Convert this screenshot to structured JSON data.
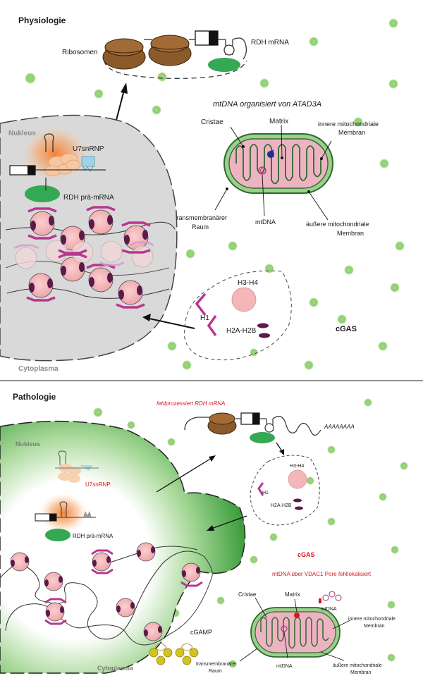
{
  "physiology": {
    "title": "Physiologie",
    "ribosomes": "Ribosomen",
    "rdh_mrna": "RDH mRNA",
    "mito_title": "mtDNA organisiert von ATAD3A",
    "cristae": "Cristae",
    "matrix": "Matrix",
    "inner_membrane_1": "innere mitochondriale",
    "inner_membrane_2": "Membran",
    "transmembrane_1": "transmembranärer",
    "transmembrane_2": "Raum",
    "mtdna": "mtDNA",
    "outer_membrane_1": "äußere mitochondriale",
    "outer_membrane_2": "Membran",
    "nucleus": "Nukleus",
    "u7snrnp": "U7snRNP",
    "rdh_pre_mrna": "RDH prä-mRNA",
    "h3h4": "H3-H4",
    "h1": "H1",
    "h2ah2b": "H2A-H2B",
    "cgas": "cGAS",
    "cytoplasm": "Cytoplasma"
  },
  "pathology": {
    "title": "Pathologie",
    "misprocessed": "fehlprozessiert RDH mRNA",
    "polya": "AAAAAAAA",
    "nucleus": "Nukleus",
    "u7snrnp": "U7snRNP",
    "rdh_pre_mrna": "RDH prä-mRNA",
    "h3h4": "H3-H4",
    "h1": "H1",
    "h2ah2b": "H2A-H2B",
    "cgas": "cGAS",
    "mislocalized": "mtDNA über VDAC1 Pore fehllokalisiert",
    "cristae": "Cristae",
    "matrix": "Matrix",
    "mtdna_free": "mtDNA",
    "inner_membrane_1": "innere mitochondriale",
    "inner_membrane_2": "Membran",
    "cgamp": "cGAMP",
    "transmembrane_1": "transmembranärer",
    "transmembrane_2": "Raum",
    "mtdna": "mtDNA",
    "outer_membrane_1": "äußere mitochondriale",
    "outer_membrane_2": "Membran",
    "cytoplasm": "Cytoplasma"
  },
  "colors": {
    "green_dot": "#8fce70",
    "ribosome": "#8b5a2b",
    "nucleus_grey": "#d9d9d9",
    "nucleus_green": "#4cae4c",
    "histone_pink": "#f4b6b8",
    "histone_purple": "#5c1a4a",
    "h1_magenta": "#b8378f",
    "orange_glow": "#f5904a",
    "mito_fill": "#eeb3c3",
    "mito_outer": "#2e6b2e",
    "accent_red": "#d7191c"
  },
  "icons": [
    "ribosome-icon",
    "mrna-icon",
    "mitochondrion-icon",
    "nucleosome-icon",
    "u7snrnp-icon",
    "cgamp-icon",
    "arrow-icon"
  ]
}
